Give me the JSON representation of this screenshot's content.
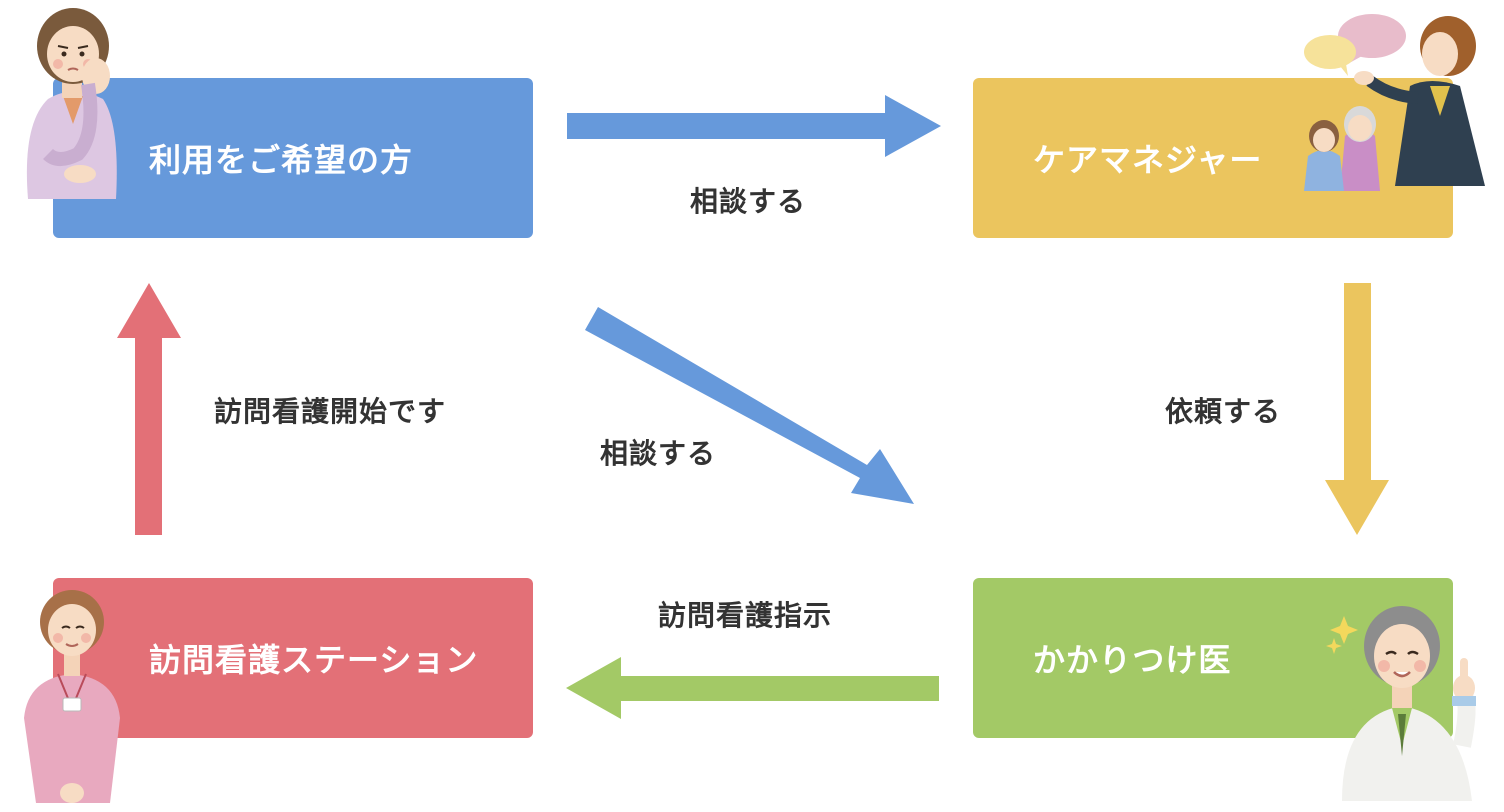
{
  "colors": {
    "user": "#6699db",
    "care_manager": "#ebc55e",
    "doctor": "#a3c966",
    "nurse_station": "#e37077",
    "label_text": "#333333"
  },
  "nodes": {
    "user": {
      "label": "利用をご希望の方"
    },
    "care_manager": {
      "label": "ケアマネジャー"
    },
    "doctor": {
      "label": "かかりつけ医"
    },
    "nurse_station": {
      "label": "訪問看護ステーション"
    }
  },
  "edges": {
    "consult_to_cm": {
      "label": "相談する"
    },
    "cm_request_doctor": {
      "label": "依頼する"
    },
    "consult_to_doctor": {
      "label": "相談する"
    },
    "doctor_instruct_nurse": {
      "label": "訪問看護指示"
    },
    "nurse_start_user": {
      "label": "訪問看護開始です"
    }
  },
  "icons": {
    "user": "worried-woman-illustration",
    "care_manager": "consulting-care-manager-illustration",
    "doctor": "smiling-doctor-illustration",
    "nurse_station": "nurse-illustration"
  }
}
